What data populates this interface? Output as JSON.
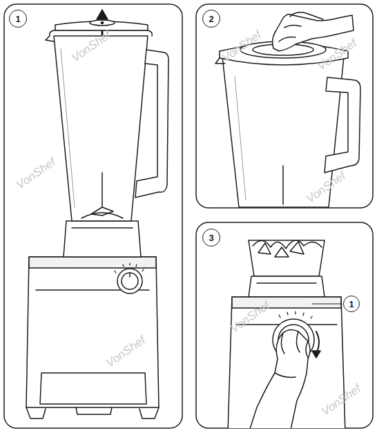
{
  "diagram": {
    "nodes": [
      {
        "text": [
          "1"
        ]
      },
      {
        "text": [
          "2"
        ]
      },
      {
        "text": [
          "3"
        ]
      },
      {
        "text": [
          "1"
        ]
      }
    ],
    "labels": [
      "VonShef",
      "VonShef",
      "VonShef",
      "VonShef",
      "VonShef",
      "VonShef",
      "VonShef",
      "VonShef"
    ]
  }
}
